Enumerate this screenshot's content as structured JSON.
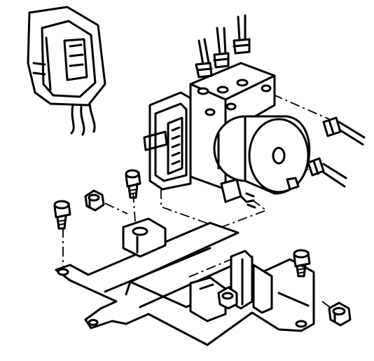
{
  "figure": {
    "style": "black line-art exploded assembly drawing",
    "stroke_color": "#000000",
    "background_color": "#ffffff"
  },
  "parts": [
    {
      "id": "connector-detail",
      "icon": "electrical-connector-icon"
    },
    {
      "id": "hydraulic-unit",
      "icon": "abs-hydraulic-unit-icon"
    },
    {
      "id": "brake-lines-top",
      "count": 3,
      "icon": "brake-line-icon"
    },
    {
      "id": "brake-lines-side",
      "count": 2,
      "icon": "brake-line-icon"
    },
    {
      "id": "mounting-bracket",
      "icon": "bracket-icon"
    },
    {
      "id": "bolts",
      "count": 3,
      "icon": "bolt-icon"
    },
    {
      "id": "nuts",
      "count": 2,
      "icon": "nut-icon"
    }
  ]
}
